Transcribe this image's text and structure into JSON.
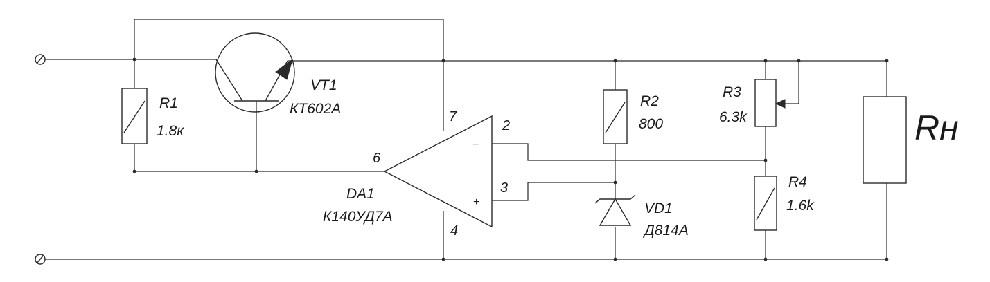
{
  "components": {
    "r1": {
      "ref": "R1",
      "value": "1.8к"
    },
    "vt1": {
      "ref": "VT1",
      "value": "КТ602А"
    },
    "r2": {
      "ref": "R2",
      "value": "800"
    },
    "r3": {
      "ref": "R3",
      "value": "6.3k"
    },
    "r4": {
      "ref": "R4",
      "value": "1.6k"
    },
    "vd1": {
      "ref": "VD1",
      "value": "Д814А"
    },
    "da1": {
      "ref": "DA1",
      "value": "К140УД7А"
    },
    "load": {
      "ref": "Rн"
    }
  },
  "pins": {
    "p7": "7",
    "p2": "2",
    "p6": "6",
    "p3": "3",
    "p4": "4",
    "minus": "−",
    "plus": "+"
  },
  "colors": {
    "line": "#2a2a2a",
    "text": "#1a1a1a",
    "background": "#ffffff"
  }
}
